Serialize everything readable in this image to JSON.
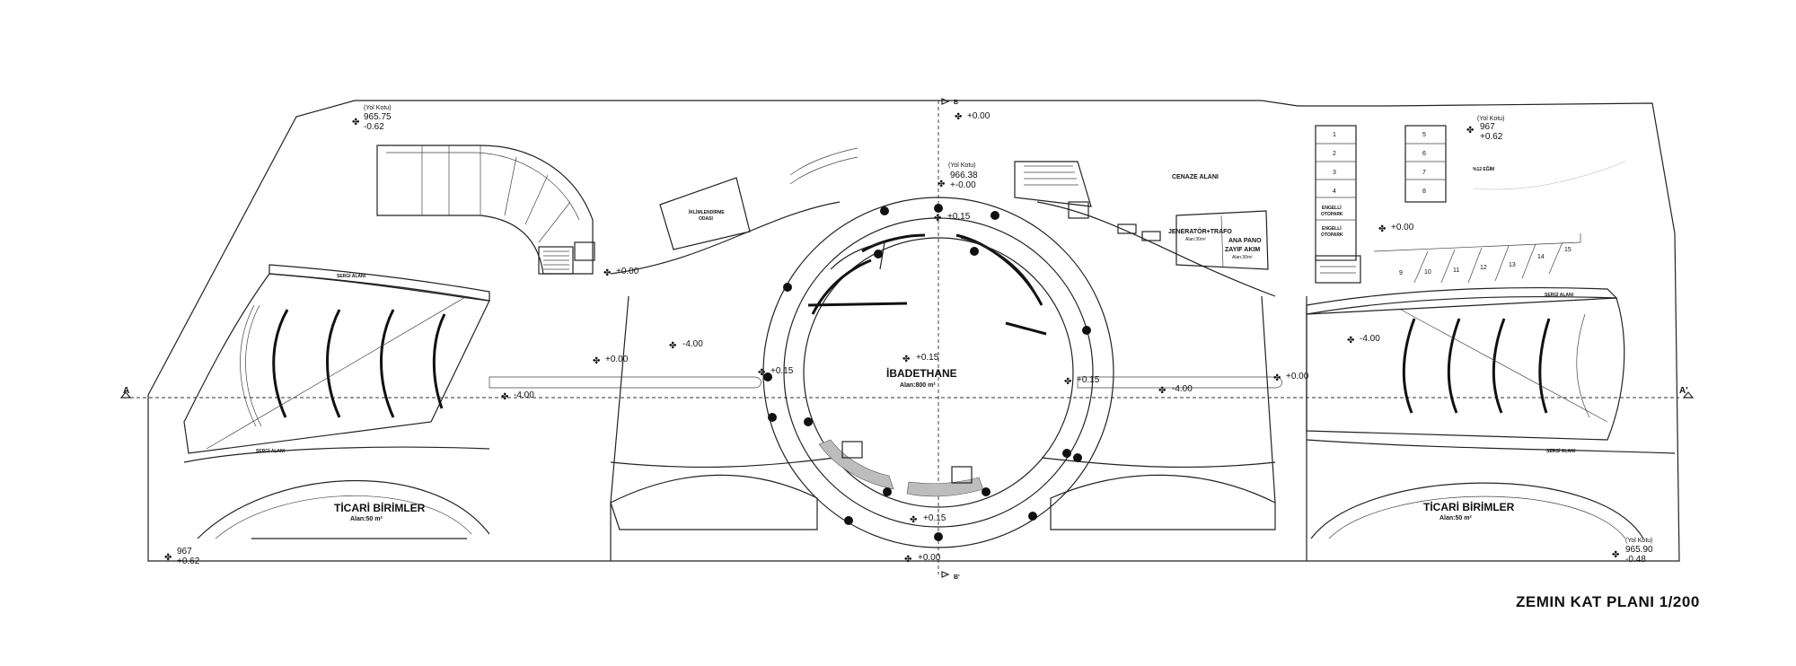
{
  "sheet_title": "ZEMIN KAT PLANI 1/200",
  "section_a": {
    "start": "A",
    "end": "A'"
  },
  "section_b": {
    "top": "B",
    "bottom": "B'"
  },
  "road_label": "(Yol Kotu)",
  "levels": {
    "tl_main": "965.75",
    "tl_diff": "-0.62",
    "tr_main": "967",
    "tr_diff": "+0.62",
    "center_main": "966.38",
    "center_diff": "+-0.00",
    "bl_main": "967",
    "bl_diff": "+0.62",
    "br_main": "965.90",
    "br_diff": "-0.48",
    "top_b": "+0.00",
    "bottom_b": "+0.00",
    "plaza_top": "+0.15",
    "plaza_bottom": "+0.15",
    "plaza_left": "+0.15",
    "plaza_right": "+0.15",
    "plaza_center": "+0.15",
    "left_gap": "+0.00",
    "right_gap": "+0.00",
    "left_lower": "+0.00",
    "right_mid": "+0.00",
    "left_court": "-4.00",
    "left_court2": "-4.00",
    "right_court": "-4.00",
    "right_court2": "-4.00"
  },
  "rooms": {
    "worship": "İBADETHANE",
    "worship_area": "Alan:800 m²",
    "shop_left": "TİCARİ BİRİMLER",
    "shop_left_area": "Alan:50 m²",
    "shop_right": "TİCARİ BİRİMLER",
    "shop_right_area": "Alan:50 m²",
    "funeral": "CENAZE ALANI",
    "generator": "JENERATÖR+TRAFO",
    "generator_area": "Alan:30m²",
    "panel_1": "ANA PANO",
    "panel_2": "ZAYIF AKIM",
    "panel_area": "Alan:30m²",
    "hvac": "İKLİMLENDİRME",
    "hvac_2": "ODASI",
    "exhibit_tl": "SERGİ ALANI",
    "exhibit_bl": "SERGİ ALANI",
    "exhibit_tr": "SERGİ ALANI",
    "exhibit_br": "SERGİ ALANI",
    "slope": "%12 EĞİM",
    "accessible_1": "ENGELLİ",
    "accessible_1b": "OTOPARK",
    "accessible_2": "ENGELLİ",
    "accessible_2b": "OTOPARK"
  },
  "parking": {
    "left_column": [
      "1",
      "2",
      "3",
      "4"
    ],
    "right_column": [
      "5",
      "6",
      "7",
      "8"
    ],
    "diagonal": [
      "9",
      "10",
      "11",
      "12",
      "13",
      "14",
      "15"
    ]
  }
}
